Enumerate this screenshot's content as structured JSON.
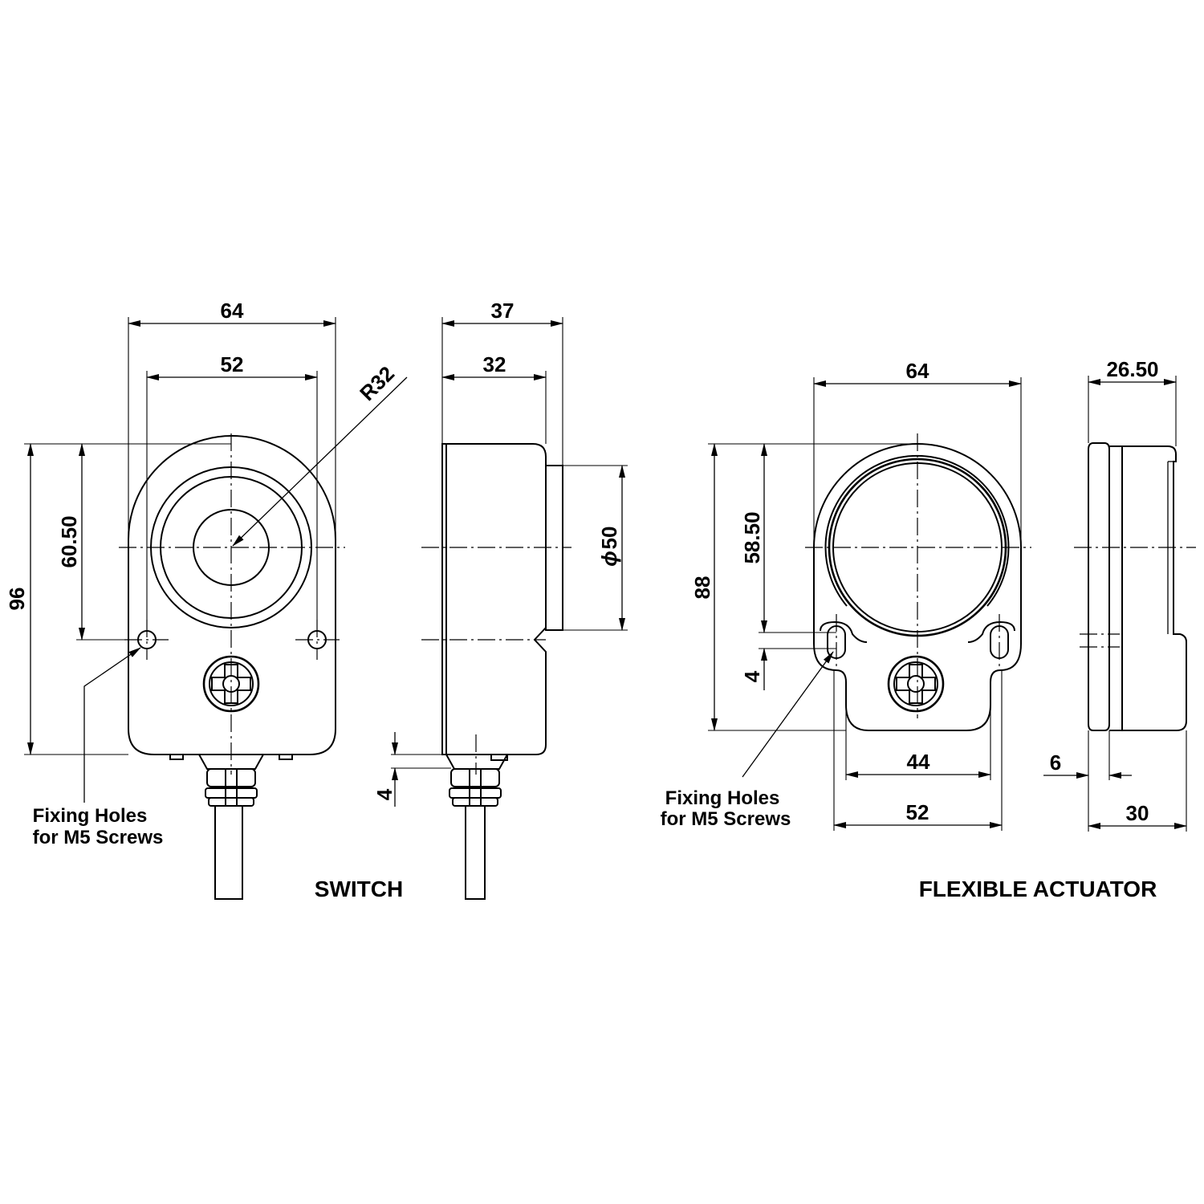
{
  "switch": {
    "title": "SWITCH",
    "note_line1": "Fixing Holes",
    "note_line2": "for M5 Screws",
    "dims": {
      "width": "64",
      "hole_spacing": "52",
      "radius": "R32",
      "height": "96",
      "hole_height": "60.50",
      "depth_total": "37",
      "depth_body": "32",
      "face_diameter": "50",
      "base_offset": "4"
    }
  },
  "actuator": {
    "title": "FLEXIBLE ACTUATOR",
    "note_line1": "Fixing Holes",
    "note_line2": "for M5 Screws",
    "dims": {
      "width": "64",
      "depth_total": "26.50",
      "height": "88",
      "hole_height": "58.50",
      "slot": "4",
      "base_width": "44",
      "hole_spacing": "52",
      "flange": "6",
      "depth": "30"
    }
  },
  "symbols": {
    "diameter": "ϕ"
  }
}
